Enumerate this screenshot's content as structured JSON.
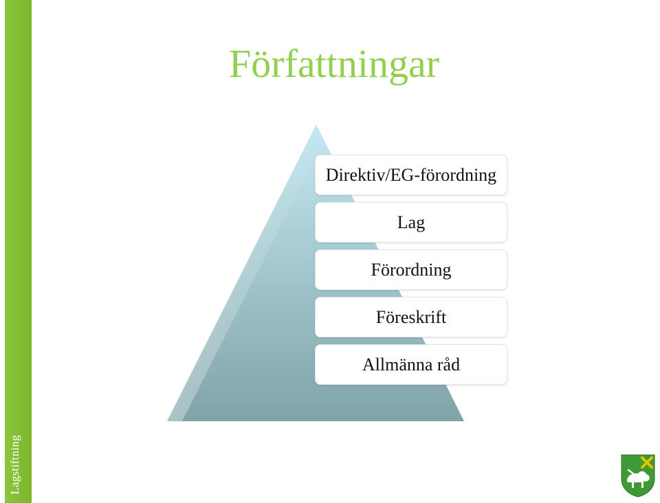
{
  "title": "Författningar",
  "side_label": "Lagstiftning",
  "levels": [
    {
      "label": "Direktiv/EG-förordning"
    },
    {
      "label": "Lag"
    },
    {
      "label": "Förordning"
    },
    {
      "label": "Föreskrift"
    },
    {
      "label": "Allmänna råd"
    }
  ],
  "colors": {
    "accent_green": "#92d050",
    "bar_green": "#7bb52b",
    "pyramid_top": "#c6e9f2",
    "pyramid_bottom": "#7fa3a8",
    "crest_green": "#3f9a35",
    "crest_gold": "#e2c200"
  },
  "icons": {
    "crest": "municipal-crest-icon"
  }
}
